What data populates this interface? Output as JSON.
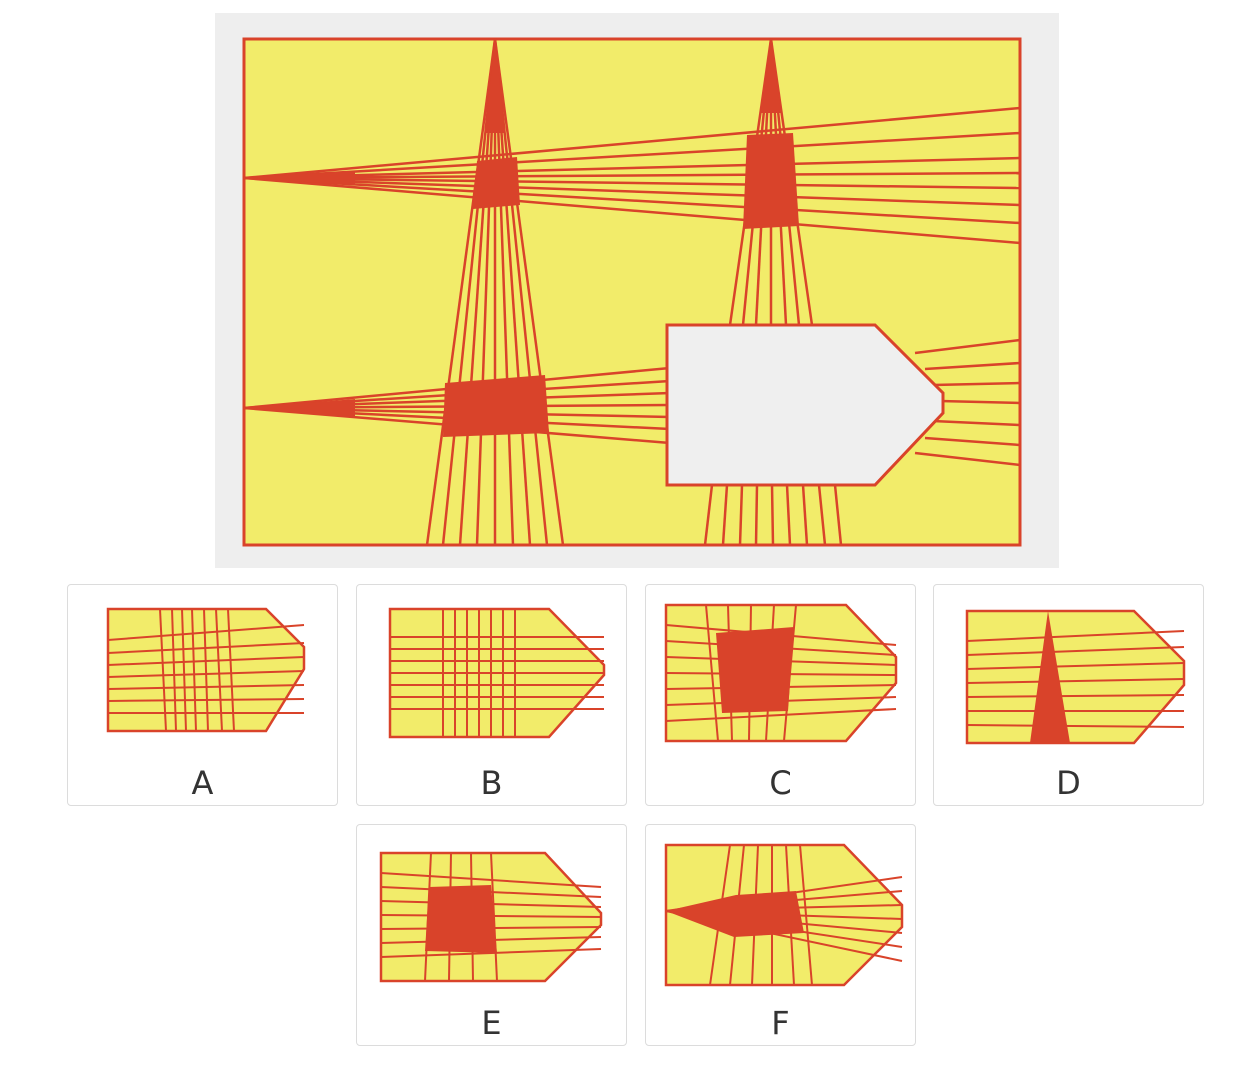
{
  "colors": {
    "panel_fill": "#f2ec6a",
    "line": "#d9432a",
    "blank_fill": "#efefef",
    "card_border": "#dcdcdc",
    "label_text": "#333333"
  },
  "question": {
    "description_icon": "yellow-panel-with-red-beams-and-missing-piece"
  },
  "options": [
    {
      "id": "A",
      "label": "A",
      "variant": "lines-only-skewed"
    },
    {
      "id": "B",
      "label": "B",
      "variant": "lines-only-grid"
    },
    {
      "id": "C",
      "label": "C",
      "variant": "large-center-block"
    },
    {
      "id": "D",
      "label": "D",
      "variant": "vertical-wedge"
    },
    {
      "id": "E",
      "label": "E",
      "variant": "square-block"
    },
    {
      "id": "F",
      "label": "F",
      "variant": "block-with-left-fan"
    }
  ]
}
